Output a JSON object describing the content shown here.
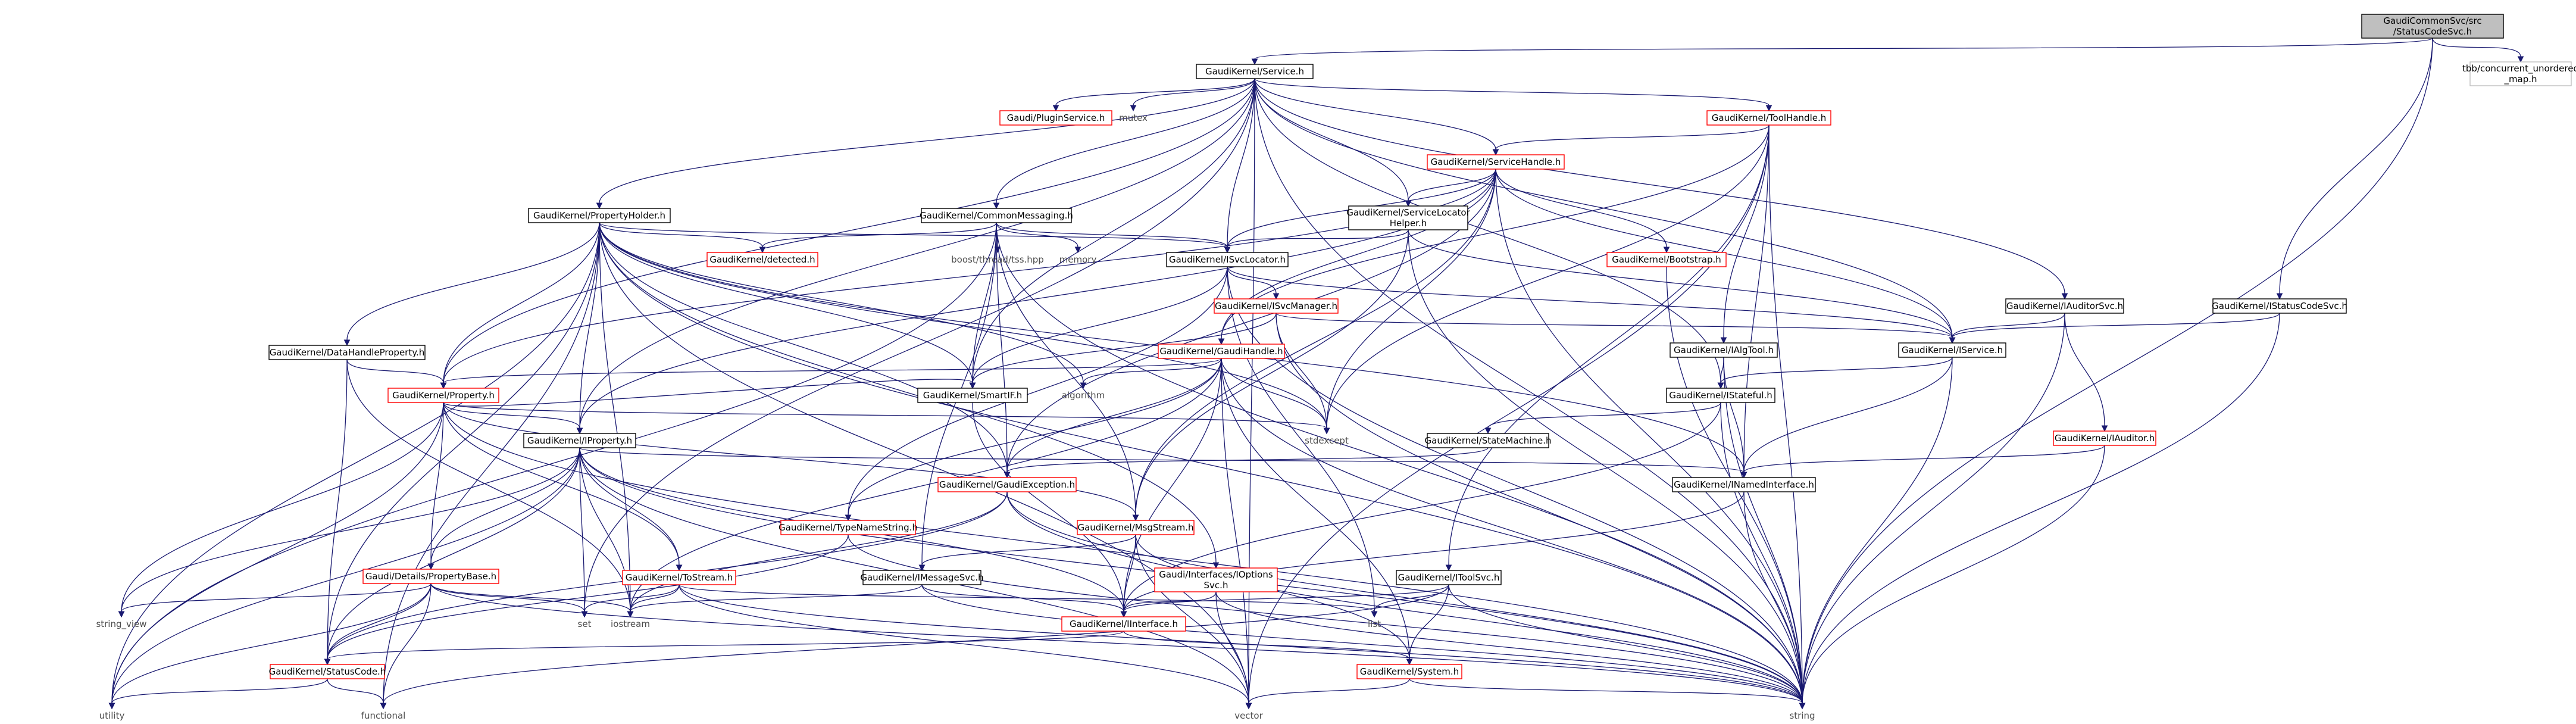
{
  "nodes": [
    {
      "id": "root",
      "lines": [
        "GaudiCommonSvc/src",
        "/StatusCodeSvc.h"
      ],
      "style": "root"
    },
    {
      "id": "service",
      "lines": [
        "GaudiKernel/Service.h"
      ],
      "style": "normal"
    },
    {
      "id": "tbb_map",
      "lines": [
        "tbb/concurrent_unordered",
        "_map.h"
      ],
      "style": "gray"
    },
    {
      "id": "pluginservice",
      "lines": [
        "Gaudi/PluginService.h"
      ],
      "style": "red"
    },
    {
      "id": "mutex",
      "lines": [
        "mutex"
      ],
      "style": "plain"
    },
    {
      "id": "toolhandle",
      "lines": [
        "GaudiKernel/ToolHandle.h"
      ],
      "style": "red"
    },
    {
      "id": "servicehandle",
      "lines": [
        "GaudiKernel/ServiceHandle.h"
      ],
      "style": "red"
    },
    {
      "id": "propertyholder",
      "lines": [
        "GaudiKernel/PropertyHolder.h"
      ],
      "style": "normal"
    },
    {
      "id": "commonmessaging",
      "lines": [
        "GaudiKernel/CommonMessaging.h"
      ],
      "style": "normal"
    },
    {
      "id": "servicelocatorhelper",
      "lines": [
        "GaudiKernel/ServiceLocator",
        "Helper.h"
      ],
      "style": "normal"
    },
    {
      "id": "detected",
      "lines": [
        "GaudiKernel/detected.h"
      ],
      "style": "red"
    },
    {
      "id": "boostthread",
      "lines": [
        "boost/thread/tss.hpp"
      ],
      "style": "plain"
    },
    {
      "id": "memory",
      "lines": [
        "memory"
      ],
      "style": "plain"
    },
    {
      "id": "isvclocator",
      "lines": [
        "GaudiKernel/ISvcLocator.h"
      ],
      "style": "normal"
    },
    {
      "id": "bootstrap",
      "lines": [
        "GaudiKernel/Bootstrap.h"
      ],
      "style": "red"
    },
    {
      "id": "iauditorsvc",
      "lines": [
        "GaudiKernel/IAuditorSvc.h"
      ],
      "style": "normal"
    },
    {
      "id": "istatuscodesvc",
      "lines": [
        "GaudiKernel/IStatusCodeSvc.h"
      ],
      "style": "normal"
    },
    {
      "id": "isvcmanager",
      "lines": [
        "GaudiKernel/ISvcManager.h"
      ],
      "style": "red"
    },
    {
      "id": "datahandleproperty",
      "lines": [
        "GaudiKernel/DataHandleProperty.h"
      ],
      "style": "normal"
    },
    {
      "id": "ialgtool",
      "lines": [
        "GaudiKernel/IAlgTool.h"
      ],
      "style": "normal"
    },
    {
      "id": "iservice",
      "lines": [
        "GaudiKernel/IService.h"
      ],
      "style": "normal"
    },
    {
      "id": "gaudihandle",
      "lines": [
        "GaudiKernel/GaudiHandle.h"
      ],
      "style": "red"
    },
    {
      "id": "property",
      "lines": [
        "GaudiKernel/Property.h"
      ],
      "style": "red"
    },
    {
      "id": "algorithm",
      "lines": [
        "algorithm"
      ],
      "style": "plain"
    },
    {
      "id": "istateful",
      "lines": [
        "GaudiKernel/IStateful.h"
      ],
      "style": "normal"
    },
    {
      "id": "iauditor",
      "lines": [
        "GaudiKernel/IAuditor.h"
      ],
      "style": "red"
    },
    {
      "id": "iproperty",
      "lines": [
        "GaudiKernel/IProperty.h"
      ],
      "style": "normal"
    },
    {
      "id": "smartif",
      "lines": [
        "GaudiKernel/SmartIF.h"
      ],
      "style": "normal"
    },
    {
      "id": "stdexcept",
      "lines": [
        "stdexcept"
      ],
      "style": "plain"
    },
    {
      "id": "statemachine",
      "lines": [
        "GaudiKernel/StateMachine.h"
      ],
      "style": "normal"
    },
    {
      "id": "gaudiexception",
      "lines": [
        "GaudiKernel/GaudiException.h"
      ],
      "style": "red"
    },
    {
      "id": "inamedinterface",
      "lines": [
        "GaudiKernel/INamedInterface.h"
      ],
      "style": "normal"
    },
    {
      "id": "typenamestring",
      "lines": [
        "GaudiKernel/TypeNameString.h"
      ],
      "style": "red"
    },
    {
      "id": "msgstream",
      "lines": [
        "GaudiKernel/MsgStream.h"
      ],
      "style": "red"
    },
    {
      "id": "propertybase",
      "lines": [
        "Gaudi/Details/PropertyBase.h"
      ],
      "style": "red"
    },
    {
      "id": "tostream",
      "lines": [
        "GaudiKernel/ToStream.h"
      ],
      "style": "red"
    },
    {
      "id": "imessagesvc",
      "lines": [
        "GaudiKernel/IMessageSvc.h"
      ],
      "style": "normal"
    },
    {
      "id": "ioptionssvc",
      "lines": [
        "Gaudi/Interfaces/IOptions",
        "Svc.h"
      ],
      "style": "red"
    },
    {
      "id": "itoolsvc",
      "lines": [
        "GaudiKernel/IToolSvc.h"
      ],
      "style": "normal"
    },
    {
      "id": "string_view",
      "lines": [
        "string_view"
      ],
      "style": "plain"
    },
    {
      "id": "set",
      "lines": [
        "set"
      ],
      "style": "plain"
    },
    {
      "id": "iostream",
      "lines": [
        "iostream"
      ],
      "style": "plain"
    },
    {
      "id": "list",
      "lines": [
        "list"
      ],
      "style": "plain"
    },
    {
      "id": "iinterface",
      "lines": [
        "GaudiKernel/IInterface.h"
      ],
      "style": "red"
    },
    {
      "id": "statuscode",
      "lines": [
        "GaudiKernel/StatusCode.h"
      ],
      "style": "red"
    },
    {
      "id": "system",
      "lines": [
        "GaudiKernel/System.h"
      ],
      "style": "red"
    },
    {
      "id": "utility",
      "lines": [
        "utility"
      ],
      "style": "plain"
    },
    {
      "id": "functional",
      "lines": [
        "functional"
      ],
      "style": "plain"
    },
    {
      "id": "vector",
      "lines": [
        "vector"
      ],
      "style": "plain"
    },
    {
      "id": "string",
      "lines": [
        "string"
      ],
      "style": "plain"
    }
  ],
  "edges": [
    [
      "root",
      "service"
    ],
    [
      "root",
      "tbb_map"
    ],
    [
      "root",
      "istatuscodesvc"
    ],
    [
      "root",
      "string"
    ],
    [
      "service",
      "pluginservice"
    ],
    [
      "service",
      "mutex"
    ],
    [
      "service",
      "toolhandle"
    ],
    [
      "service",
      "servicehandle"
    ],
    [
      "service",
      "propertyholder"
    ],
    [
      "service",
      "commonmessaging"
    ],
    [
      "service",
      "servicelocatorhelper"
    ],
    [
      "service",
      "isvclocator"
    ],
    [
      "service",
      "iauditorsvc"
    ],
    [
      "service",
      "iservice"
    ],
    [
      "service",
      "property"
    ],
    [
      "service",
      "iproperty"
    ],
    [
      "service",
      "smartif"
    ],
    [
      "service",
      "istateful"
    ],
    [
      "service",
      "set"
    ],
    [
      "service",
      "vector"
    ],
    [
      "service",
      "string"
    ],
    [
      "toolhandle",
      "servicehandle"
    ],
    [
      "toolhandle",
      "gaudihandle"
    ],
    [
      "toolhandle",
      "ialgtool"
    ],
    [
      "toolhandle",
      "inamedinterface"
    ],
    [
      "toolhandle",
      "itoolsvc"
    ],
    [
      "toolhandle",
      "stdexcept"
    ],
    [
      "toolhandle",
      "string"
    ],
    [
      "toolhandle",
      "vector"
    ],
    [
      "servicehandle",
      "servicelocatorhelper"
    ],
    [
      "servicehandle",
      "isvclocator"
    ],
    [
      "servicehandle",
      "bootstrap"
    ],
    [
      "servicehandle",
      "gaudihandle"
    ],
    [
      "servicehandle",
      "iservice"
    ],
    [
      "servicehandle",
      "msgstream"
    ],
    [
      "servicehandle",
      "gaudiexception"
    ],
    [
      "servicehandle",
      "stdexcept"
    ],
    [
      "servicehandle",
      "string"
    ],
    [
      "servicehandle",
      "iproperty"
    ],
    [
      "servicehandle",
      "property"
    ],
    [
      "propertyholder",
      "detected"
    ],
    [
      "propertyholder",
      "isvclocator"
    ],
    [
      "propertyholder",
      "datahandleproperty"
    ],
    [
      "propertyholder",
      "property"
    ],
    [
      "propertyholder",
      "iproperty"
    ],
    [
      "propertyholder",
      "gaudiexception"
    ],
    [
      "propertyholder",
      "ioptionssvc"
    ],
    [
      "propertyholder",
      "inamedinterface"
    ],
    [
      "propertyholder",
      "algorithm"
    ],
    [
      "propertyholder",
      "smartif"
    ],
    [
      "propertyholder",
      "statuscode"
    ],
    [
      "propertyholder",
      "functional"
    ],
    [
      "propertyholder",
      "iostream"
    ],
    [
      "propertyholder",
      "utility"
    ],
    [
      "propertyholder",
      "stdexcept"
    ],
    [
      "propertyholder",
      "vector"
    ],
    [
      "propertyholder",
      "string"
    ],
    [
      "commonmessaging",
      "boostthread"
    ],
    [
      "commonmessaging",
      "memory"
    ],
    [
      "commonmessaging",
      "isvclocator"
    ],
    [
      "commonmessaging",
      "smartif"
    ],
    [
      "commonmessaging",
      "gaudiexception"
    ],
    [
      "commonmessaging",
      "msgstream"
    ],
    [
      "commonmessaging",
      "imessagesvc"
    ],
    [
      "commonmessaging",
      "detected"
    ],
    [
      "commonmessaging",
      "utility"
    ],
    [
      "commonmessaging",
      "string"
    ],
    [
      "servicelocatorhelper",
      "isvclocator"
    ],
    [
      "servicelocatorhelper",
      "msgstream"
    ],
    [
      "servicelocatorhelper",
      "iservice"
    ],
    [
      "servicelocatorhelper",
      "string"
    ],
    [
      "bootstrap",
      "string"
    ],
    [
      "isvclocator",
      "isvcmanager"
    ],
    [
      "isvclocator",
      "smartif"
    ],
    [
      "isvclocator",
      "typenamestring"
    ],
    [
      "isvclocator",
      "iservice"
    ],
    [
      "isvclocator",
      "list"
    ],
    [
      "isvclocator",
      "string"
    ],
    [
      "isvcmanager",
      "iservice"
    ],
    [
      "isvcmanager",
      "smartif"
    ],
    [
      "isvcmanager",
      "stdexcept"
    ],
    [
      "isvcmanager",
      "string"
    ],
    [
      "iauditorsvc",
      "iservice"
    ],
    [
      "iauditorsvc",
      "iauditor"
    ],
    [
      "iauditorsvc",
      "string"
    ],
    [
      "istatuscodesvc",
      "iservice"
    ],
    [
      "istatuscodesvc",
      "string"
    ],
    [
      "datahandleproperty",
      "property"
    ],
    [
      "datahandleproperty",
      "iostream"
    ],
    [
      "datahandleproperty",
      "statuscode"
    ],
    [
      "ialgtool",
      "istateful"
    ],
    [
      "ialgtool",
      "inamedinterface"
    ],
    [
      "ialgtool",
      "string"
    ],
    [
      "iservice",
      "istateful"
    ],
    [
      "iservice",
      "inamedinterface"
    ],
    [
      "iservice",
      "string"
    ],
    [
      "gaudihandle",
      "property"
    ],
    [
      "gaudihandle",
      "gaudiexception"
    ],
    [
      "gaudihandle",
      "iinterface"
    ],
    [
      "gaudihandle",
      "system"
    ],
    [
      "gaudihandle",
      "algorithm"
    ],
    [
      "gaudihandle",
      "stdexcept"
    ],
    [
      "gaudihandle",
      "iostream"
    ],
    [
      "gaudihandle",
      "typenamestring"
    ],
    [
      "gaudihandle",
      "string"
    ],
    [
      "gaudihandle",
      "vector"
    ],
    [
      "property",
      "iproperty"
    ],
    [
      "property",
      "propertybase"
    ],
    [
      "property",
      "smartif"
    ],
    [
      "property",
      "tostream"
    ],
    [
      "property",
      "msgstream"
    ],
    [
      "property",
      "stdexcept"
    ],
    [
      "property",
      "string"
    ],
    [
      "property",
      "string_view"
    ],
    [
      "property",
      "utility"
    ],
    [
      "istateful",
      "iinterface"
    ],
    [
      "istateful",
      "statemachine"
    ],
    [
      "istateful",
      "string"
    ],
    [
      "iauditor",
      "inamedinterface"
    ],
    [
      "iauditor",
      "string"
    ],
    [
      "iproperty",
      "iinterface"
    ],
    [
      "iproperty",
      "statuscode"
    ],
    [
      "iproperty",
      "propertybase"
    ],
    [
      "iproperty",
      "tostream"
    ],
    [
      "iproperty",
      "inamedinterface"
    ],
    [
      "iproperty",
      "string_view"
    ],
    [
      "iproperty",
      "iostream"
    ],
    [
      "iproperty",
      "set"
    ],
    [
      "iproperty",
      "vector"
    ],
    [
      "iproperty",
      "string"
    ],
    [
      "iproperty",
      "utility"
    ],
    [
      "smartif",
      "iinterface"
    ],
    [
      "statemachine",
      "gaudiexception"
    ],
    [
      "gaudiexception",
      "statuscode"
    ],
    [
      "gaudiexception",
      "system"
    ],
    [
      "gaudiexception",
      "iostream"
    ],
    [
      "gaudiexception",
      "string"
    ],
    [
      "inamedinterface",
      "iinterface"
    ],
    [
      "inamedinterface",
      "string"
    ],
    [
      "typenamestring",
      "statuscode"
    ],
    [
      "typenamestring",
      "string"
    ],
    [
      "msgstream",
      "imessagesvc"
    ],
    [
      "msgstream",
      "iinterface"
    ],
    [
      "msgstream",
      "string"
    ],
    [
      "msgstream",
      "vector"
    ],
    [
      "propertybase",
      "statuscode"
    ],
    [
      "propertybase",
      "string_view"
    ],
    [
      "propertybase",
      "set"
    ],
    [
      "propertybase",
      "iostream"
    ],
    [
      "propertybase",
      "string"
    ],
    [
      "propertybase",
      "functional"
    ],
    [
      "propertybase",
      "utility"
    ],
    [
      "tostream",
      "iostream"
    ],
    [
      "tostream",
      "set"
    ],
    [
      "tostream",
      "list"
    ],
    [
      "tostream",
      "vector"
    ],
    [
      "tostream",
      "string"
    ],
    [
      "imessagesvc",
      "iinterface"
    ],
    [
      "imessagesvc",
      "iostream"
    ],
    [
      "imessagesvc",
      "string"
    ],
    [
      "ioptionssvc",
      "iinterface"
    ],
    [
      "ioptionssvc",
      "vector"
    ],
    [
      "ioptionssvc",
      "string"
    ],
    [
      "itoolsvc",
      "iinterface"
    ],
    [
      "itoolsvc",
      "system"
    ],
    [
      "itoolsvc",
      "list"
    ],
    [
      "itoolsvc",
      "functional"
    ],
    [
      "itoolsvc",
      "string"
    ],
    [
      "iinterface",
      "statuscode"
    ],
    [
      "iinterface",
      "system"
    ],
    [
      "statuscode",
      "functional"
    ],
    [
      "statuscode",
      "utility"
    ],
    [
      "system",
      "vector"
    ],
    [
      "system",
      "string"
    ]
  ]
}
